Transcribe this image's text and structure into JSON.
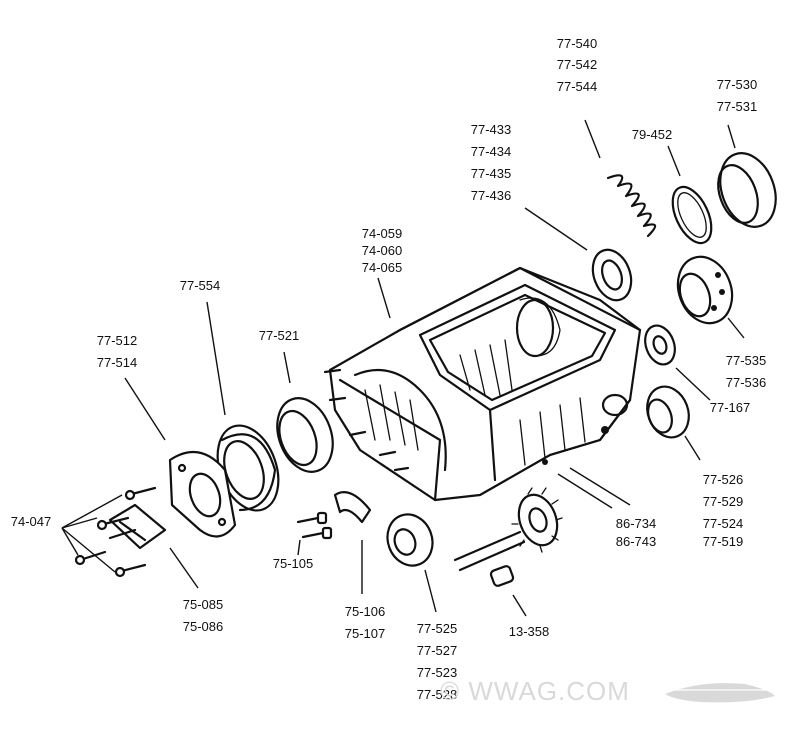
{
  "parts": {
    "p_77_540": "77-540",
    "p_77_542": "77-542",
    "p_77_544": "77-544",
    "p_77_530": "77-530",
    "p_77_531": "77-531",
    "p_77_433": "77-433",
    "p_77_434": "77-434",
    "p_77_435": "77-435",
    "p_77_436": "77-436",
    "p_79_452": "79-452",
    "p_74_059": "74-059",
    "p_74_060": "74-060",
    "p_74_065": "74-065",
    "p_77_554": "77-554",
    "p_77_521": "77-521",
    "p_77_512": "77-512",
    "p_77_514": "77-514",
    "p_77_535": "77-535",
    "p_77_536": "77-536",
    "p_77_167": "77-167",
    "p_77_526": "77-526",
    "p_77_529": "77-529",
    "p_77_524": "77-524",
    "p_77_519": "77-519",
    "p_86_734": "86-734",
    "p_86_743": "86-743",
    "p_74_047": "74-047",
    "p_75_085": "75-085",
    "p_75_086": "75-086",
    "p_75_105": "75-105",
    "p_75_106": "75-106",
    "p_75_107": "75-107",
    "p_77_525": "77-525",
    "p_77_527": "77-527",
    "p_77_523": "77-523",
    "p_77_528": "77-528",
    "p_13_358": "13-358"
  },
  "watermark": {
    "text": "© WWAG.COM"
  }
}
